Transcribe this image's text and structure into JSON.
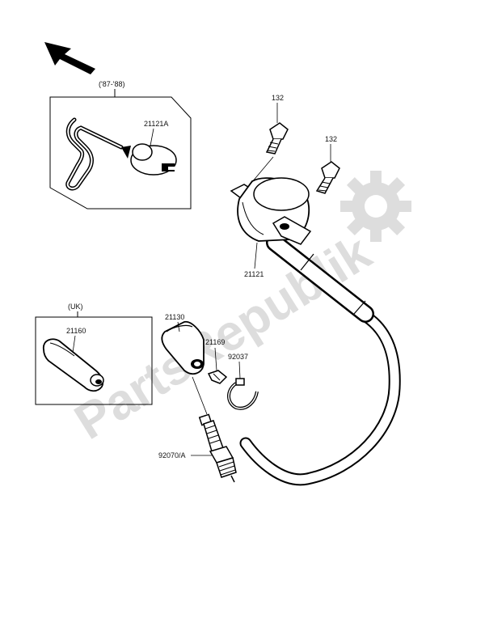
{
  "watermark": {
    "text": "PartsRepublik"
  },
  "insets": {
    "top": {
      "caption": "('87-'88)",
      "part_label": "21121A"
    },
    "uk": {
      "caption": "(UK)",
      "part_label": "21160"
    }
  },
  "labels": {
    "bolt_a": "132",
    "bolt_b": "132",
    "coil": "21121",
    "cap": "21130",
    "clip": "21169",
    "clamp": "92037",
    "plug": "92070/A"
  }
}
